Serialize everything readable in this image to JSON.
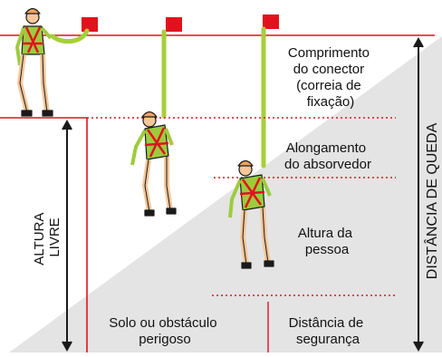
{
  "labels": {
    "connector": [
      "Comprimento",
      "do conector",
      "(correia de",
      "fixação)"
    ],
    "absorber": [
      "Alongamento",
      "do absorvedor"
    ],
    "person_height": [
      "Altura da",
      "pessoa"
    ],
    "safety_distance": [
      "Distância de",
      "segurança"
    ],
    "ground": [
      "Solo ou obstáculo",
      "perigoso"
    ],
    "free_height": [
      "ALTURA",
      "LIVRE"
    ],
    "fall_distance": "DISTÂNCIA DE QUEDA"
  },
  "colors": {
    "red": "#e3111c",
    "green": "#9ccc3d",
    "lanyard": "#a6cf3a",
    "helmet": "#f2a35c",
    "skin": "#f6c79a",
    "shadow": "#e4e4e4",
    "dark": "#1a1a1a"
  }
}
